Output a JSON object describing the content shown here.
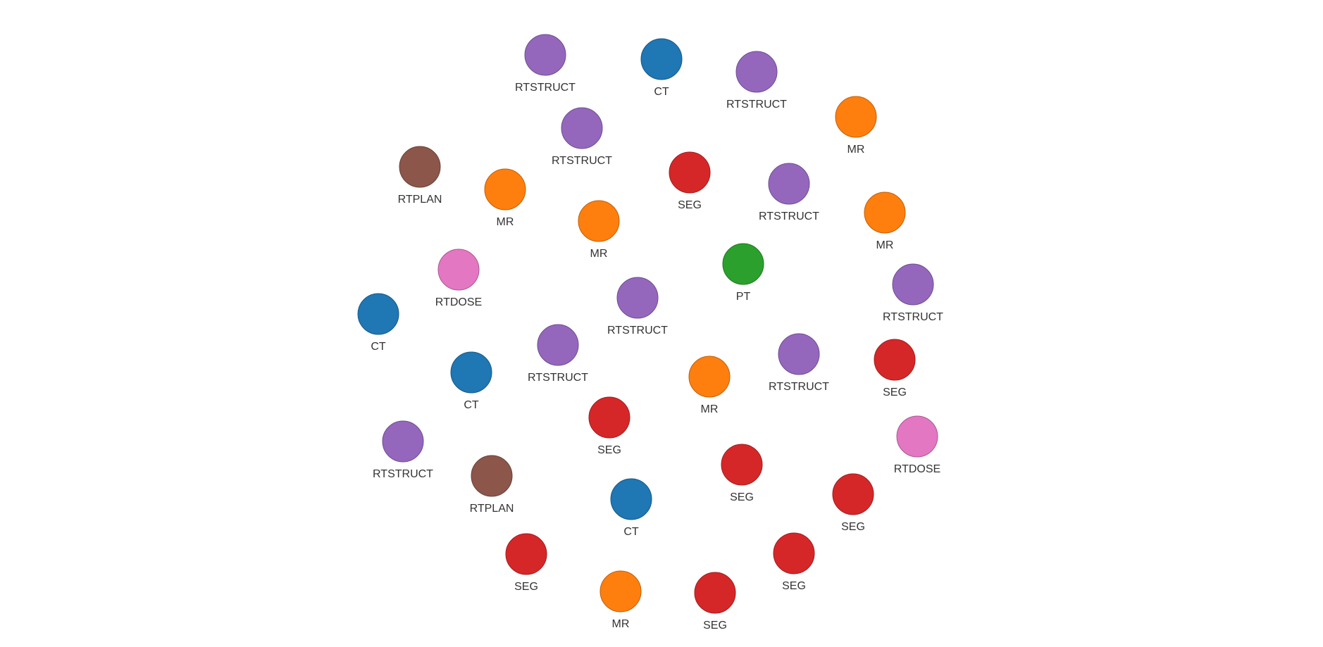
{
  "colors": {
    "CT": "#1f77b4",
    "MR": "#ff7f0e",
    "PT": "#2ca02c",
    "SEG": "#d62728",
    "RTSTRUCT": "#9467bd",
    "RTPLAN": "#8c564b",
    "RTDOSE": "#e377c2"
  },
  "nodes": [
    {
      "label": "RTSTRUCT"
    },
    {
      "label": "CT"
    },
    {
      "label": "RTSTRUCT"
    },
    {
      "label": "MR"
    },
    {
      "label": "RTSTRUCT"
    },
    {
      "label": "RTPLAN"
    },
    {
      "label": "MR"
    },
    {
      "label": "SEG"
    },
    {
      "label": "RTSTRUCT"
    },
    {
      "label": "MR"
    },
    {
      "label": "MR"
    },
    {
      "label": "PT"
    },
    {
      "label": "RTDOSE"
    },
    {
      "label": "RTSTRUCT"
    },
    {
      "label": "RTSTRUCT"
    },
    {
      "label": "CT"
    },
    {
      "label": "RTSTRUCT"
    },
    {
      "label": "RTSTRUCT"
    },
    {
      "label": "SEG"
    },
    {
      "label": "CT"
    },
    {
      "label": "MR"
    },
    {
      "label": "SEG"
    },
    {
      "label": "RTSTRUCT"
    },
    {
      "label": "RTDOSE"
    },
    {
      "label": "RTPLAN"
    },
    {
      "label": "SEG"
    },
    {
      "label": "CT"
    },
    {
      "label": "SEG"
    },
    {
      "label": "SEG"
    },
    {
      "label": "SEG"
    },
    {
      "label": "MR"
    },
    {
      "label": "SEG"
    }
  ]
}
